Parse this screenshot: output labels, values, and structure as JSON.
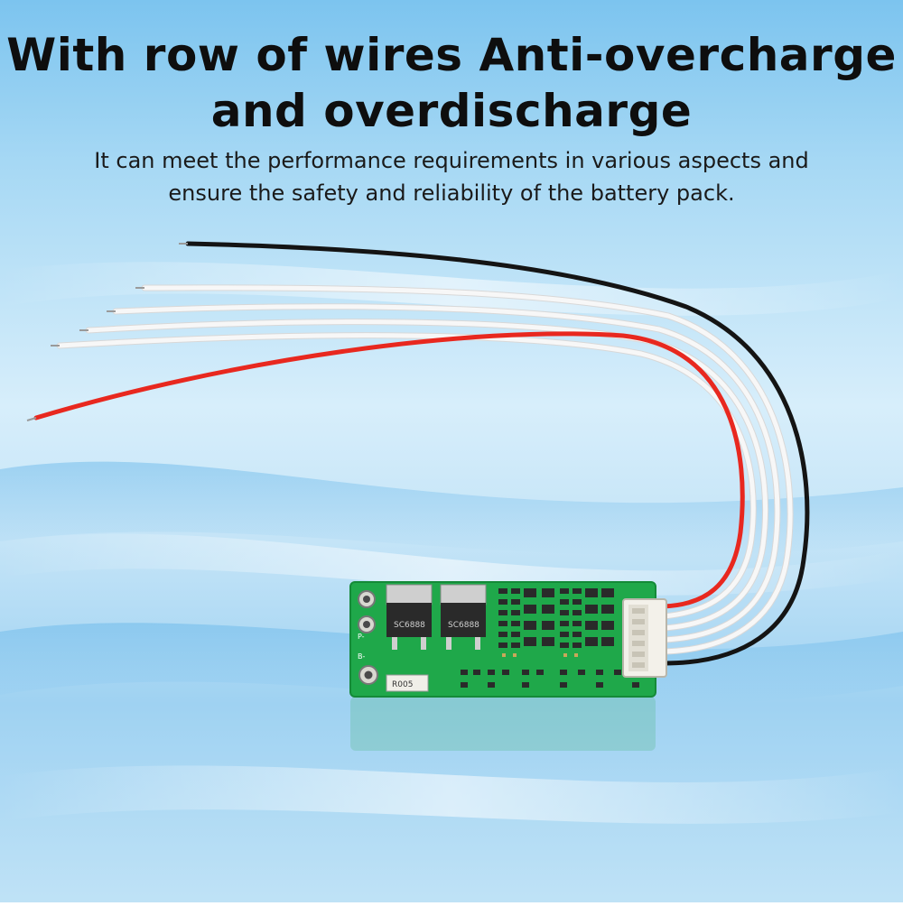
{
  "heading": {
    "line1": "With row of wires Anti-overcharge",
    "line2": "and overdischarge"
  },
  "subheading": {
    "line1": "It can meet the performance requirements in various aspects and",
    "line2": "ensure the safety and reliability of the battery pack."
  },
  "board": {
    "chip_label_1": "SC6888",
    "chip_label_2": "SC6888",
    "resistor_label": "R005",
    "pad_label_p": "P-",
    "pad_label_b": "B-"
  },
  "colors": {
    "pcb": "#1fa84a",
    "wire_black": "#141414",
    "wire_red": "#e8281f",
    "wire_white": "#f4f4f4"
  }
}
